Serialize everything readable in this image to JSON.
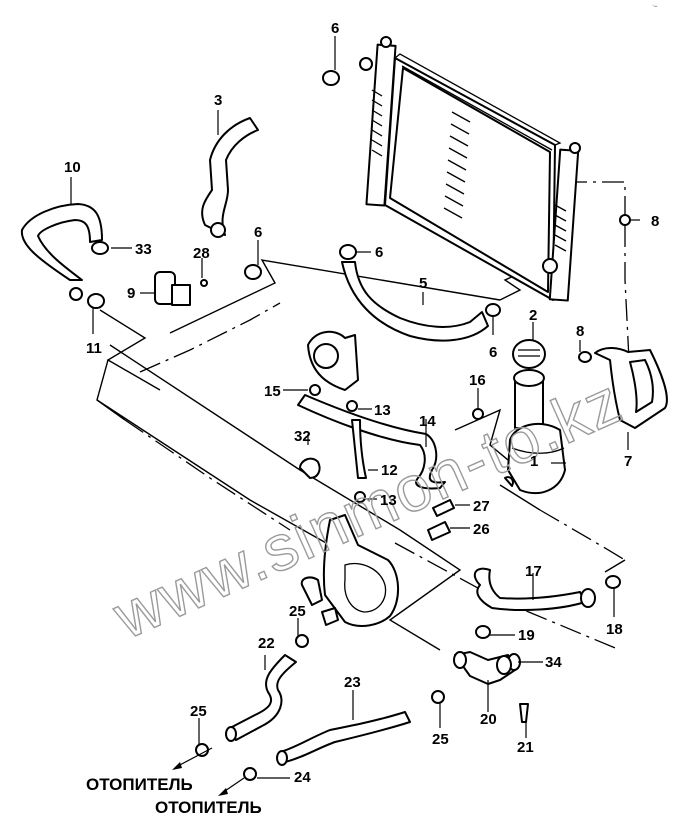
{
  "diagram": {
    "title": "Cooling system hoses exploded view",
    "watermark": "www.sinmon-to.kz",
    "corner_mark": "ᐟ━",
    "destinations": [
      {
        "id": "heater-1",
        "label": "ОТОПИТЕЛЬ"
      },
      {
        "id": "heater-2",
        "label": "ОТОПИТЕЛЬ"
      }
    ],
    "callouts": [
      {
        "id": "c1",
        "number": "1",
        "part": "Expansion tank"
      },
      {
        "id": "c2",
        "number": "2",
        "part": "Tank cap"
      },
      {
        "id": "c3",
        "number": "3",
        "part": "Upper radiator hose"
      },
      {
        "id": "c5",
        "number": "5",
        "part": "Lower radiator hose"
      },
      {
        "id": "c6a",
        "number": "6",
        "part": "Hose clamp"
      },
      {
        "id": "c6b",
        "number": "6",
        "part": "Hose clamp"
      },
      {
        "id": "c6c",
        "number": "6",
        "part": "Hose clamp"
      },
      {
        "id": "c6d",
        "number": "6",
        "part": "Hose clamp"
      },
      {
        "id": "c7",
        "number": "7",
        "part": "Overflow hose"
      },
      {
        "id": "c8a",
        "number": "8",
        "part": "Clamp"
      },
      {
        "id": "c8b",
        "number": "8",
        "part": "Clamp"
      },
      {
        "id": "c9",
        "number": "9",
        "part": "Coolant valve"
      },
      {
        "id": "c10",
        "number": "10",
        "part": "Bypass hose"
      },
      {
        "id": "c11",
        "number": "11",
        "part": "Clamp"
      },
      {
        "id": "c12",
        "number": "12",
        "part": "Throttle body hose"
      },
      {
        "id": "c13a",
        "number": "13",
        "part": "Clamp"
      },
      {
        "id": "c13b",
        "number": "13",
        "part": "Clamp"
      },
      {
        "id": "c14",
        "number": "14",
        "part": "Throttle return hose"
      },
      {
        "id": "c15",
        "number": "15",
        "part": "Clamp"
      },
      {
        "id": "c16",
        "number": "16",
        "part": "Clamp"
      },
      {
        "id": "c17",
        "number": "17",
        "part": "Tank outlet hose"
      },
      {
        "id": "c18",
        "number": "18",
        "part": "Clamp"
      },
      {
        "id": "c19",
        "number": "19",
        "part": "Clamp"
      },
      {
        "id": "c20",
        "number": "20",
        "part": "Outlet pipe"
      },
      {
        "id": "c21",
        "number": "21",
        "part": "Bolt"
      },
      {
        "id": "c22",
        "number": "22",
        "part": "Heater inlet hose"
      },
      {
        "id": "c23",
        "number": "23",
        "part": "Heater outlet hose"
      },
      {
        "id": "c24",
        "number": "24",
        "part": "Clamp"
      },
      {
        "id": "c25a",
        "number": "25",
        "part": "Clamp"
      },
      {
        "id": "c25b",
        "number": "25",
        "part": "Clamp"
      },
      {
        "id": "c25c",
        "number": "25",
        "part": "Clamp"
      },
      {
        "id": "c26",
        "number": "26",
        "part": "Temperature sensor"
      },
      {
        "id": "c27",
        "number": "27",
        "part": "Temperature sensor"
      },
      {
        "id": "c28",
        "number": "28",
        "part": "Bolt"
      },
      {
        "id": "c32",
        "number": "32",
        "part": "Bracket"
      },
      {
        "id": "c33",
        "number": "33",
        "part": "Clamp"
      },
      {
        "id": "c34",
        "number": "34",
        "part": "Clamp"
      }
    ]
  }
}
